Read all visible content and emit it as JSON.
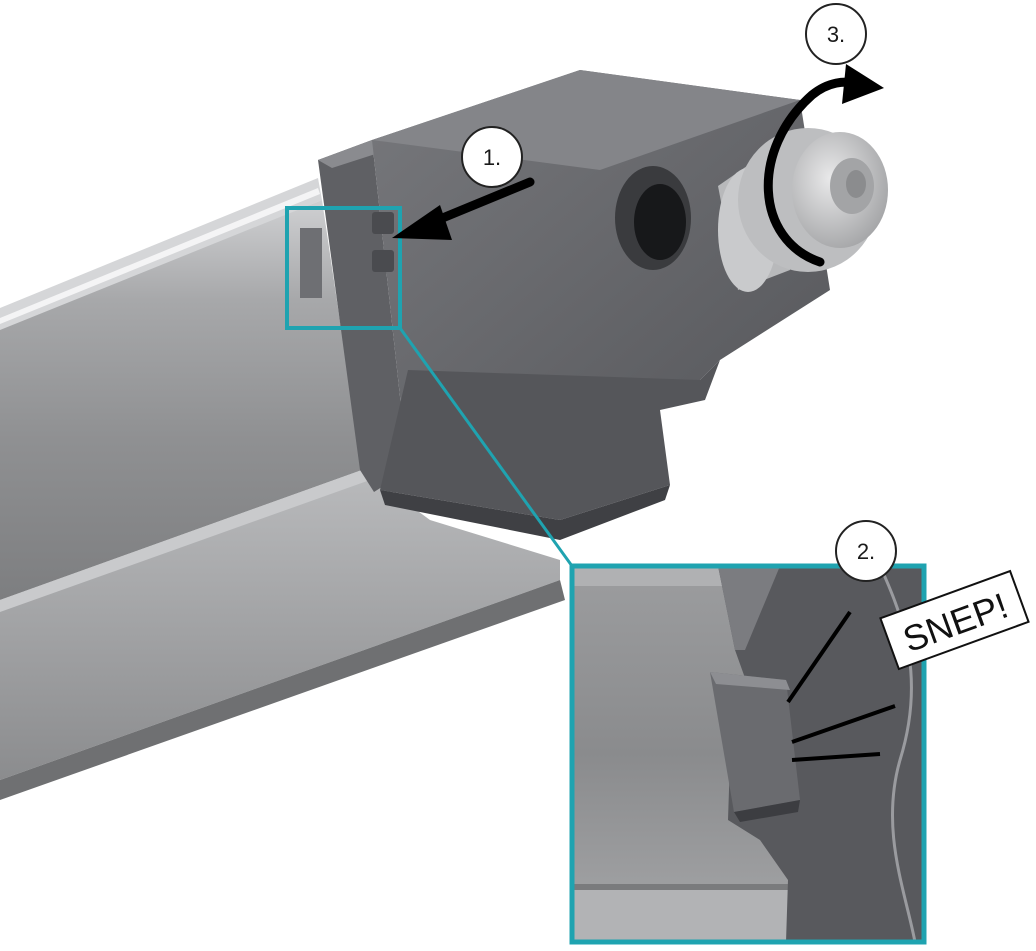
{
  "steps": [
    {
      "label": "1."
    },
    {
      "label": "2."
    },
    {
      "label": "3."
    }
  ],
  "callout": {
    "text": "SNEP!"
  },
  "colors": {
    "highlight": "#1fa3b0",
    "housing": "#6b6c70",
    "housing_dark": "#4f5054",
    "tube": "#9a9b9d",
    "arrow": "#000000"
  }
}
